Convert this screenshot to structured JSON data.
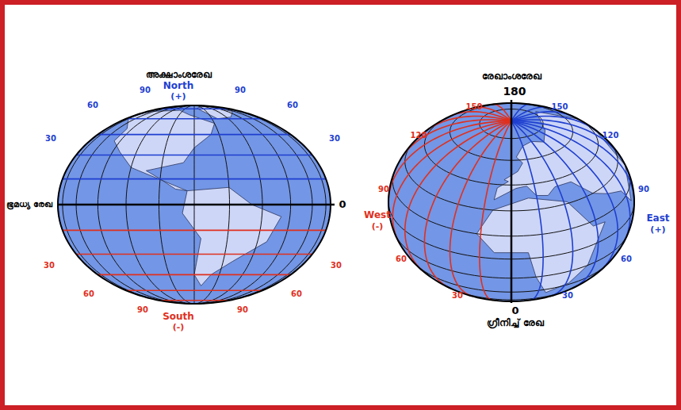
{
  "diagram": {
    "labels": [
      "അക്ഷാംശരേഖ",
      "North",
      "(+)",
      "90",
      "90",
      "60",
      "60",
      "30",
      "30",
      "ഭൂമധ്യ രേഖ",
      "0",
      "30",
      "30",
      "60",
      "60",
      "90",
      "90",
      "South",
      "(-)",
      "രേഖാംശരേഖ",
      "180",
      "150",
      "120",
      "90",
      "60",
      "30",
      "West",
      "(-)",
      "150",
      "120",
      "90",
      "60",
      "30",
      "East",
      "(+)",
      "0",
      "ഗ്രീനിച്ച് രേഖ"
    ]
  }
}
